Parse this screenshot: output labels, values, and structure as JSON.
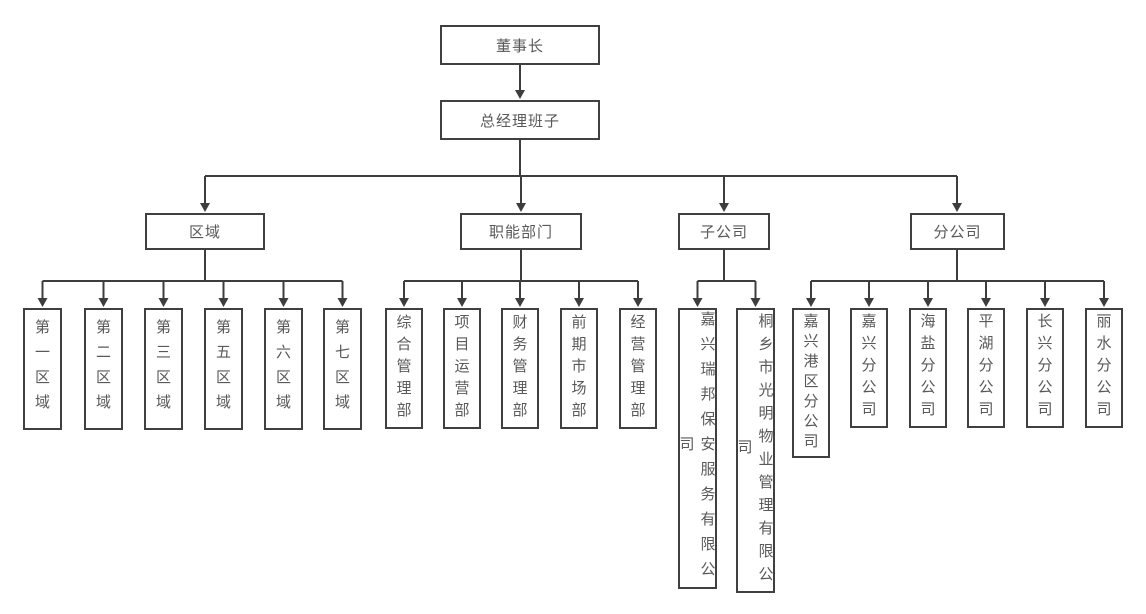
{
  "org": {
    "chairman": "董事长",
    "gm_team": "总经理班子",
    "groups": [
      {
        "label": "区域",
        "children": [
          "第一区域",
          "第二区域",
          "第三区域",
          "第五区域",
          "第六区域",
          "第七区域"
        ]
      },
      {
        "label": "职能部门",
        "children": [
          "综合管理部",
          "项目运营部",
          "财务管理部",
          "前期市场部",
          "经营管理部"
        ]
      },
      {
        "label": "子公司",
        "children": [
          "嘉兴瑞邦保安服务有限公司",
          "桐乡市光明物业管理有限公司"
        ]
      },
      {
        "label": "分公司",
        "children": [
          "嘉兴港区分公司",
          "嘉兴分公司",
          "海盐分公司",
          "平湖分公司",
          "长兴分公司",
          "丽水分公司"
        ]
      }
    ]
  },
  "colors": {
    "box_border": "#404040",
    "connector": "#3d3d3d",
    "text": "#595959",
    "background": "#ffffff"
  }
}
